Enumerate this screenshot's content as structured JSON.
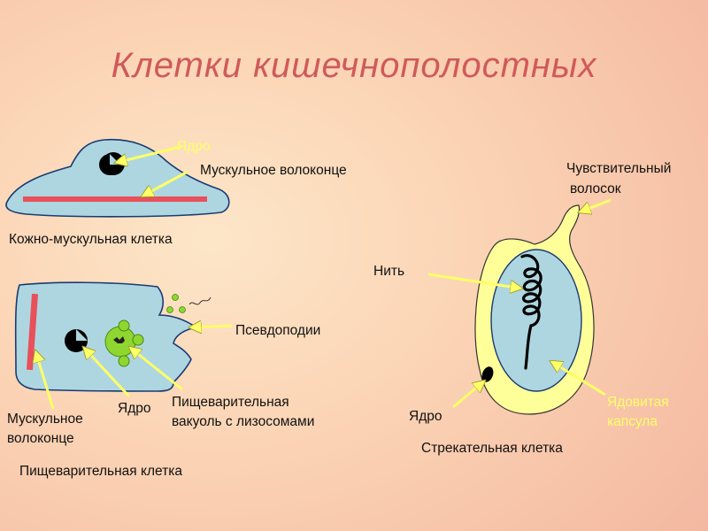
{
  "title": "Клетки кишечнополостных",
  "labels": {
    "nucleus_top": "Ядро",
    "muscle_fiber_top": "Мускульное волоконце",
    "skin_muscle_cell": "Кожно-мускульная клетка",
    "pseudopodia": "Псевдоподии",
    "muscle_fiber_bottom_1": "Мускульное",
    "muscle_fiber_bottom_2": "волоконце",
    "nucleus_digestive": "Ядро",
    "digestive_vacuole_1": "Пищеварительная",
    "digestive_vacuole_2": "вакуоль с лизосомами",
    "digestive_cell": "Пищеварительная клетка",
    "sensitive_hair_1": "Чувствительный",
    "sensitive_hair_2": "волосок",
    "thread": "Нить",
    "nucleus_stinging": "Ядро",
    "poison_capsule_1": "Ядовитая",
    "poison_capsule_2": "капсула",
    "stinging_cell": "Стрекательная клетка"
  },
  "colors": {
    "title": "#cf5a5a",
    "cell_fill": "#aed6e0",
    "cell_outline": "#1a3a73",
    "muscle": "#e8505a",
    "capsule_wall": "#ffff99",
    "vacuole": "#8fd630",
    "arrow": "#ffff66"
  }
}
